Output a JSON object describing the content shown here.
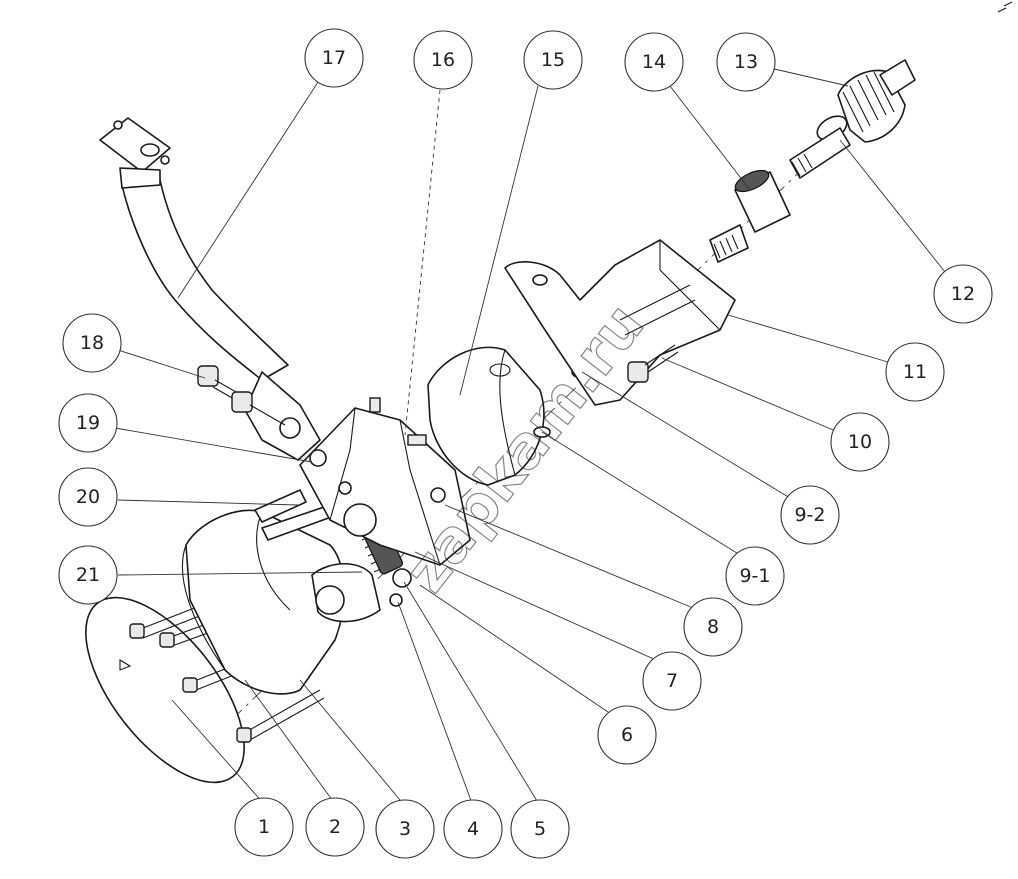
{
  "diagram": {
    "watermark": "zapkam.ru",
    "callouts": [
      "1",
      "2",
      "3",
      "4",
      "5",
      "6",
      "7",
      "8",
      "9-1",
      "9-2",
      "10",
      "11",
      "12",
      "13",
      "14",
      "15",
      "16",
      "17",
      "18",
      "19",
      "20",
      "21"
    ]
  }
}
